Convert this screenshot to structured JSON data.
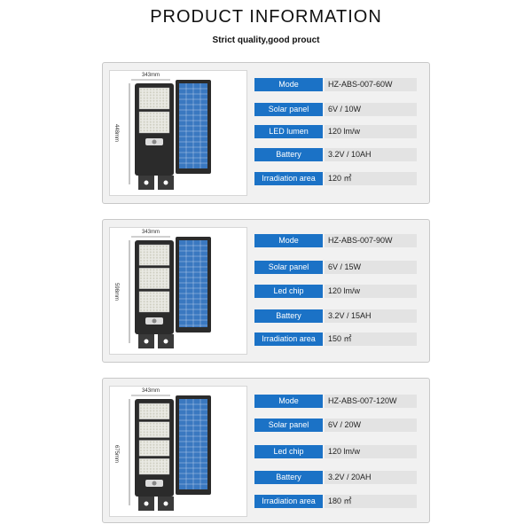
{
  "header": {
    "title": "PRODUCT   INFORMATION",
    "subtitle": "Strict quality,good prouct"
  },
  "products": [
    {
      "dim_width": "343mm",
      "dim_height": "448mm",
      "led_rows": 2,
      "specs": [
        {
          "label": "Mode",
          "value": "HZ-ABS-007-60W"
        },
        {
          "label": "Solar panel",
          "value": "6V / 10W"
        },
        {
          "label": "LED lumen",
          "value": "120 lm/w"
        },
        {
          "label": "Battery",
          "value": "3.2V / 10AH"
        },
        {
          "label": "Irradiation area",
          "value": "120 ㎡"
        }
      ]
    },
    {
      "dim_width": "343mm",
      "dim_height": "598mm",
      "led_rows": 3,
      "specs": [
        {
          "label": "Mode",
          "value": "HZ-ABS-007-90W"
        },
        {
          "label": "Solar panel",
          "value": "6V / 15W"
        },
        {
          "label": "Led chip",
          "value": "120 lm/w"
        },
        {
          "label": "Battery",
          "value": "3.2V / 15AH"
        },
        {
          "label": "Irradiation area",
          "value": "150 ㎡"
        }
      ]
    },
    {
      "dim_width": "343mm",
      "dim_height": "675mm",
      "led_rows": 4,
      "specs": [
        {
          "label": "Mode",
          "value": "HZ-ABS-007-120W"
        },
        {
          "label": "Solar panel",
          "value": "6V / 20W"
        },
        {
          "label": "Led chip",
          "value": "120 lm/w"
        },
        {
          "label": "Battery",
          "value": "3.2V / 20AH"
        },
        {
          "label": "Irradiation area",
          "value": "180 ㎡"
        }
      ]
    }
  ],
  "colors": {
    "label_bg": "#1b72c6",
    "value_bg": "#e3e3e3",
    "panel_bg": "#f1f1f1",
    "lamp_body": "#2b2b2b",
    "solar_cell": "#3a78c0"
  }
}
